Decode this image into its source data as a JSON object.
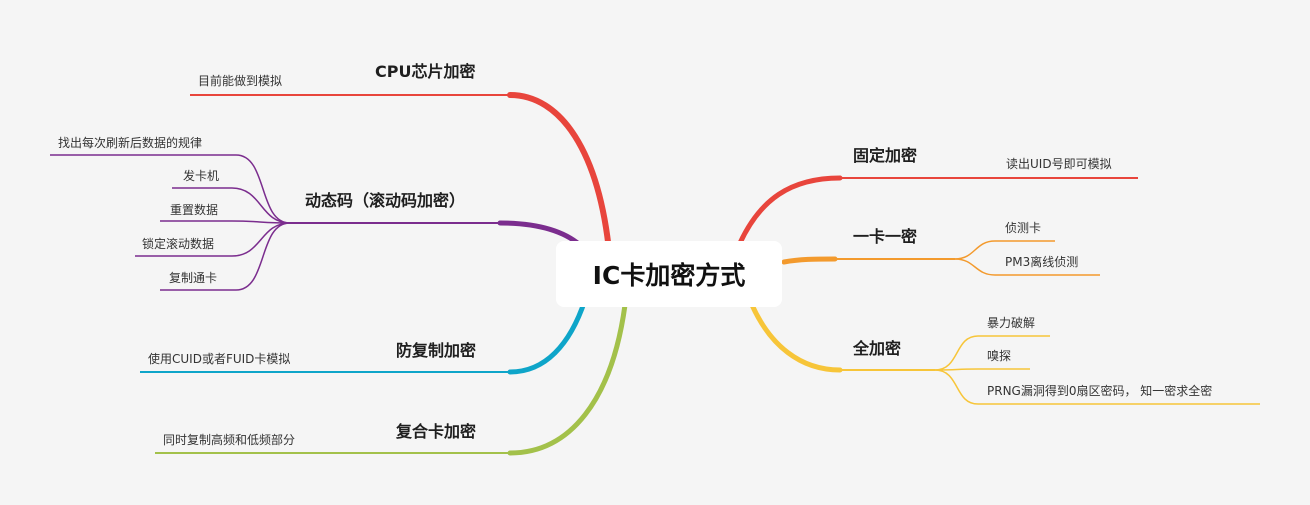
{
  "root": {
    "label": "IC卡加密方式"
  },
  "colors": {
    "cpu": "#e8453c",
    "dynamic": "#7b2d8e",
    "anticopy": "#0ea5c9",
    "composite": "#a3c14a",
    "fixed": "#e8453c",
    "onecard": "#f39a2d",
    "full": "#f7c539"
  },
  "left": [
    {
      "label": "CPU芯片加密",
      "children": [
        "目前能做到模拟"
      ]
    },
    {
      "label": "动态码（滚动码加密）",
      "children": [
        "找出每次刷新后数据的规律",
        "发卡机",
        "重置数据",
        "锁定滚动数据",
        "复制通卡"
      ]
    },
    {
      "label": "防复制加密",
      "children": [
        "使用CUID或者FUID卡模拟"
      ]
    },
    {
      "label": "复合卡加密",
      "children": [
        "同时复制高频和低频部分"
      ]
    }
  ],
  "right": [
    {
      "label": "固定加密",
      "children": [
        "读出UID号即可模拟"
      ]
    },
    {
      "label": "一卡一密",
      "children": [
        "侦测卡",
        "PM3离线侦测"
      ]
    },
    {
      "label": "全加密",
      "children": [
        "暴力破解",
        "嗅探",
        "PRNG漏洞得到0扇区密码， 知一密求全密"
      ]
    }
  ]
}
